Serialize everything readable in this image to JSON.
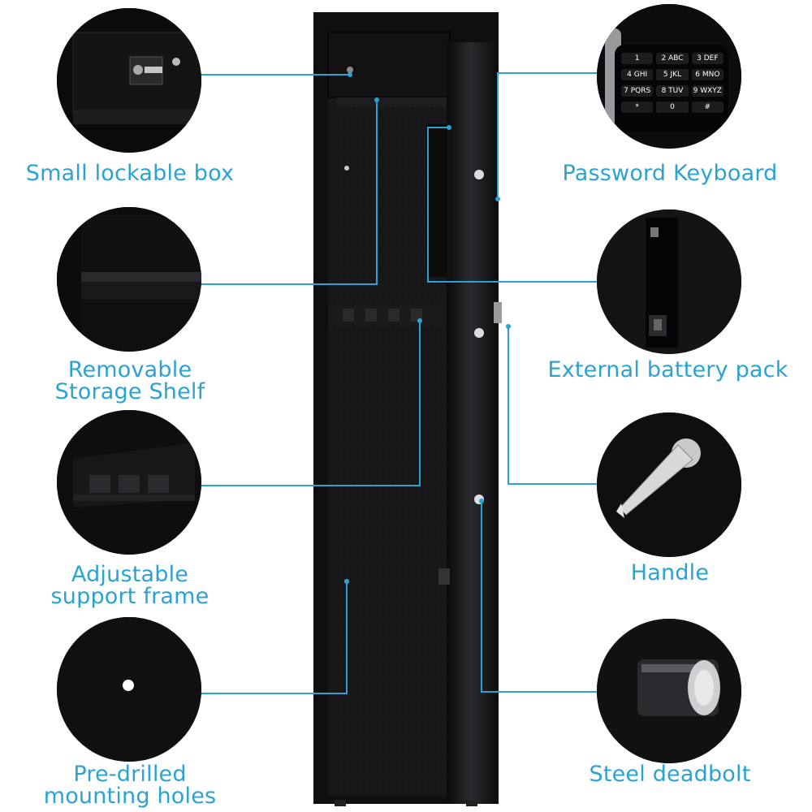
{
  "features": {
    "left": [
      {
        "title_lines": [
          "Small lockable box"
        ],
        "icon": "lock-box-icon"
      },
      {
        "title_lines": [
          "Removable",
          "Storage Shelf"
        ],
        "icon": "shelf-icon"
      },
      {
        "title_lines": [
          "Adjustable",
          "support frame"
        ],
        "icon": "support-frame-icon"
      },
      {
        "title_lines": [
          "Pre-drilled",
          "mounting holes"
        ],
        "icon": "mounting-hole-icon"
      }
    ],
    "right": [
      {
        "title_lines": [
          "Password Keyboard"
        ],
        "icon": "keypad-icon"
      },
      {
        "title_lines": [
          "External battery pack"
        ],
        "icon": "battery-pack-icon"
      },
      {
        "title_lines": [
          "Handle"
        ],
        "icon": "handle-icon"
      },
      {
        "title_lines": [
          "Steel deadbolt"
        ],
        "icon": "deadbolt-icon"
      }
    ]
  },
  "keypad": {
    "keys": [
      "1",
      "2 ABC",
      "3 DEF",
      "4 GHI",
      "5 JKL",
      "6 MNO",
      "7 PQRS",
      "8 TUV",
      "9 WXYZ",
      "*",
      "0",
      "#"
    ]
  },
  "colors": {
    "accent": "#2aa3d3",
    "safe_body": "#141416",
    "background": "#ffffff"
  }
}
